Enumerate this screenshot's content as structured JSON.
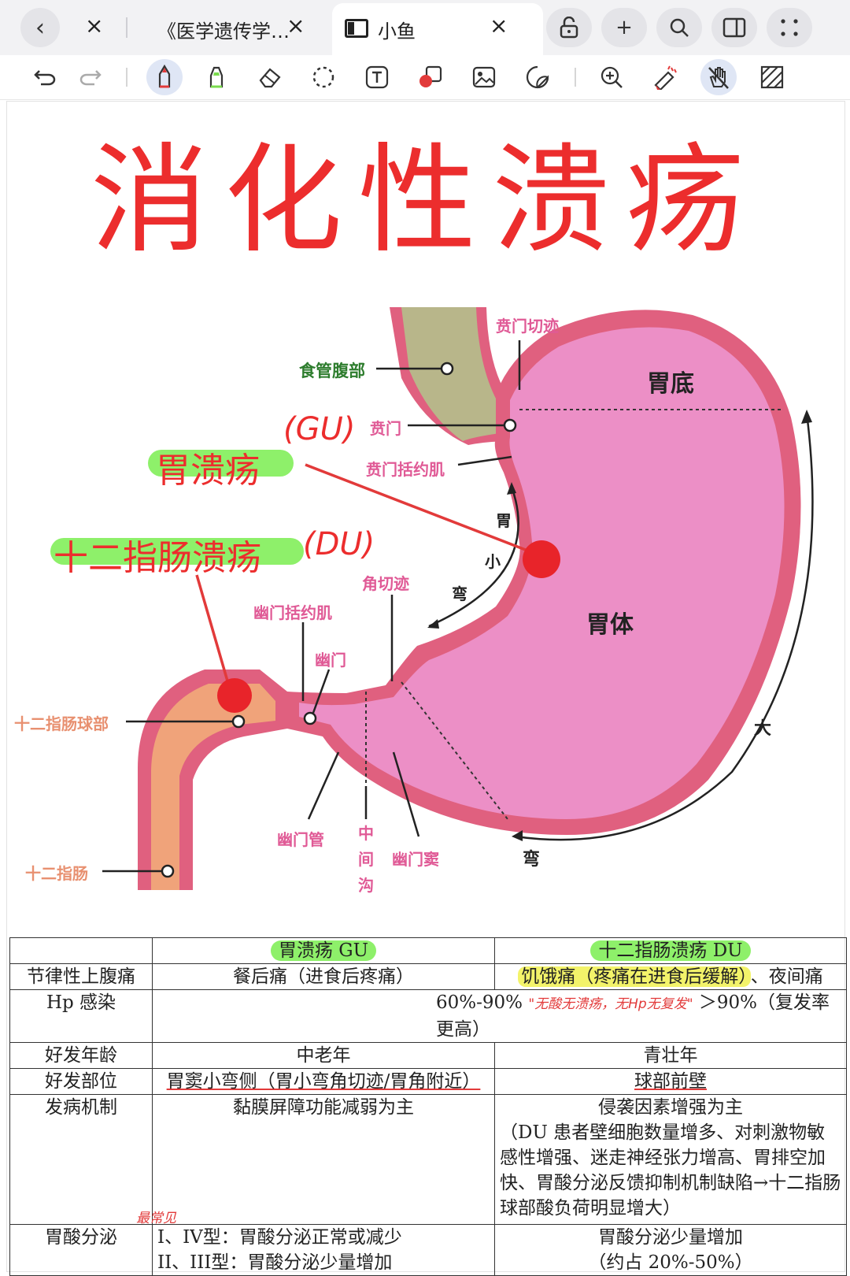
{
  "browser": {
    "tabs": [
      {
        "title": "《医学遗传学…"
      },
      {
        "title": "小鱼"
      }
    ],
    "back_glyph": "‹",
    "close_glyph": "×",
    "add_glyph": "+"
  },
  "note": {
    "title": "消化性溃疡",
    "annotations": {
      "gu": "胃溃疡",
      "gu_code": "(GU)",
      "du": "十二指肠溃疡",
      "du_code": "(DU)"
    },
    "stomach_labels": {
      "esophagus_abdominal": "食管腹部",
      "cardiac_notch": "贲门切迹",
      "fundus": "胃底",
      "cardia": "贲门",
      "cardiac_sphincter": "贲门括约肌",
      "lesser_curve_1": "胃",
      "lesser_curve_2": "小",
      "lesser_curve_3": "弯",
      "angular_notch": "角切迹",
      "body": "胃体",
      "pyloric_sphincter": "幽门括约肌",
      "pylorus": "幽门",
      "duodenal_bulb": "十二指肠球部",
      "duodenum": "十二指肠",
      "pyloric_canal": "幽门管",
      "intermediate_groove_1": "中",
      "intermediate_groove_2": "间",
      "intermediate_groove_3": "沟",
      "pyloric_antrum": "幽门窦",
      "greater_curve_1": "大",
      "greater_curve_2": "弯"
    },
    "table": {
      "headers": [
        "",
        "胃溃疡 GU",
        "十二指肠溃疡 DU"
      ],
      "rows": [
        {
          "label": "节律性上腹痛",
          "gu": "餐后痛（进食后疼痛）",
          "du_hl": "饥饿痛（疼痛在进食后缓解）",
          "du": "、夜间痛"
        },
        {
          "label": "Hp 感染",
          "gu": "60%-90%",
          "gu_note": "\"无酸无溃疡，无Hp无复发\"",
          "du": "＞90%（复发率更高）"
        },
        {
          "label": "好发年龄",
          "gu": "中老年",
          "du": "青壮年"
        },
        {
          "label": "好发部位",
          "gu": "胃窦小弯侧（胃小弯角切迹/胃角附近）",
          "du": "球部前壁"
        },
        {
          "label": "发病机制",
          "gu": "黏膜屏障功能减弱为主",
          "du_line1": "侵袭因素增强为主",
          "du": "（DU 患者壁细胞数量增多、对刺激物敏感性增强、迷走神经张力增高、胃排空加快、胃酸分泌反馈抑制机制缺陷→十二指肠球部酸负荷明显增大）"
        },
        {
          "label": "胃酸分泌",
          "gu_note": "最常见",
          "gu_line1": "I、IV型：胃酸分泌正常或减少",
          "gu_line2": "II、III型：胃酸分泌少量增加",
          "du_line1": "胃酸分泌少量增加",
          "du_line2": "（约占 20%-50%）"
        }
      ]
    }
  },
  "colors": {
    "stomach": "#ec8fc6",
    "stomach_wall": "#e0607f",
    "esophagus": "#b8b68a",
    "duodenum": "#f0a37a",
    "label_green": "#2e7d2e",
    "label_pink": "#e05a96",
    "label_orange": "#e89070",
    "ink_red": "#e23a3a",
    "highlight_green": "#8ef06a"
  }
}
